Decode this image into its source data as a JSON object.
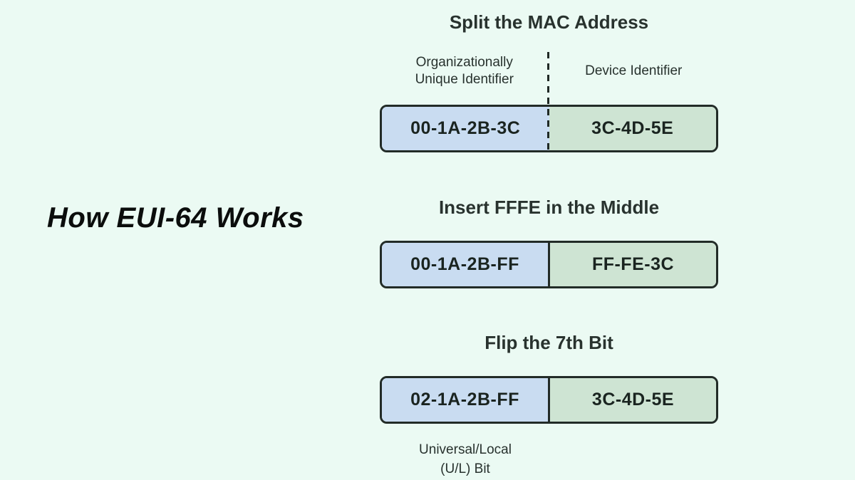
{
  "page": {
    "title": "How EUI-64 Works",
    "background": "#ebfaf3"
  },
  "colors": {
    "oui_fill": "#c9dcf1",
    "device_fill": "#cee4d3",
    "outline": "#222b27",
    "heading_text": "#28322e",
    "value_text": "#1a2420"
  },
  "steps": [
    {
      "title": "Split the MAC Address",
      "left_label": {
        "line1": "Organizationally",
        "line2": "Unique Identifier"
      },
      "right_label": "Device Identifier",
      "left_value": "00-1A-2B-3C",
      "right_value": "3C-4D-5E",
      "divider_style": "dashed"
    },
    {
      "title": "Insert FFFE in the Middle",
      "left_value": "00-1A-2B-FF",
      "right_value": "FF-FE-3C",
      "divider_style": "solid"
    },
    {
      "title": "Flip the 7th Bit",
      "left_value": "02-1A-2B-FF",
      "right_value": "3C-4D-5E",
      "divider_style": "solid",
      "footnote": {
        "line1": "Universal/Local",
        "line2": "(U/L) Bit"
      }
    }
  ]
}
